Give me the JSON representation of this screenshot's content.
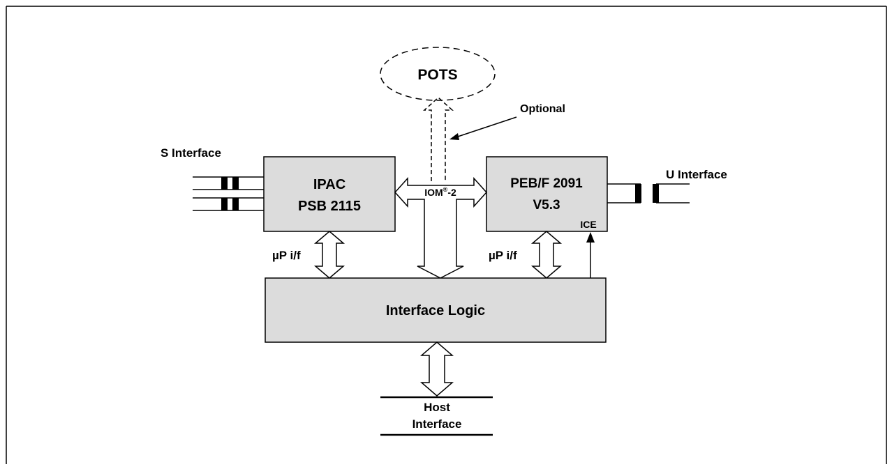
{
  "pots": {
    "label": "POTS"
  },
  "optional_label": "Optional",
  "s_interface_label": "S Interface",
  "u_interface_label": "U Interface",
  "ipac": {
    "line1": "IPAC",
    "line2": "PSB 2115"
  },
  "peb": {
    "line1": "PEB/F 2091",
    "line2": "V5.3",
    "ice": "ICE"
  },
  "iom": {
    "base": "IOM",
    "sup": "®",
    "suffix": "-2"
  },
  "up_if_left": "µP i/f",
  "up_if_right": "µP i/f",
  "interface_logic": "Interface Logic",
  "host": {
    "line1": "Host",
    "line2": "Interface"
  },
  "colors": {
    "block_fill": "#dcdcdc",
    "stroke": "#000000",
    "background": "#ffffff"
  }
}
